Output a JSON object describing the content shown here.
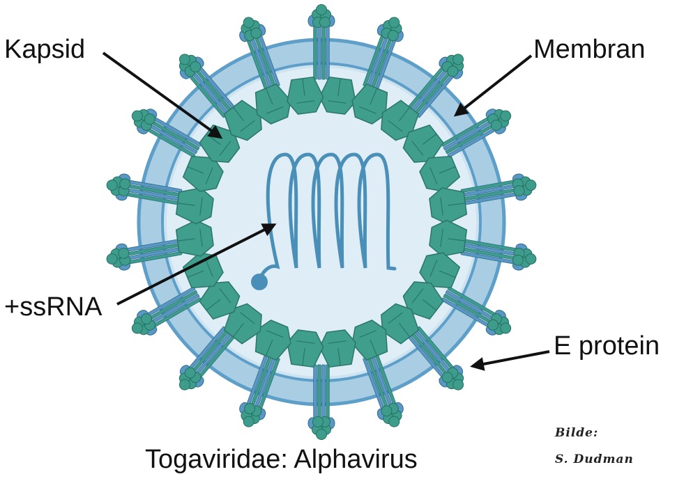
{
  "labels": {
    "capsid": "Kapsid",
    "membrane": "Membran",
    "rna": "+ssRNA",
    "protein": "E protein"
  },
  "caption": "Togaviridae: Alphavirus",
  "credit": {
    "line1": "Bilde:",
    "line2": "S. Dudman"
  },
  "colors": {
    "membrane_outer": "#a9cde2",
    "membrane_edge": "#5e9fc9",
    "interior": "#deedf6",
    "capsid_fill": "#3f9e8c",
    "capsid_edge": "#2a7668",
    "spike_teal": "#3d9c8b",
    "spike_blue": "#5b97c6",
    "rna_stroke": "#4a8fb8",
    "arrow": "#111111"
  }
}
